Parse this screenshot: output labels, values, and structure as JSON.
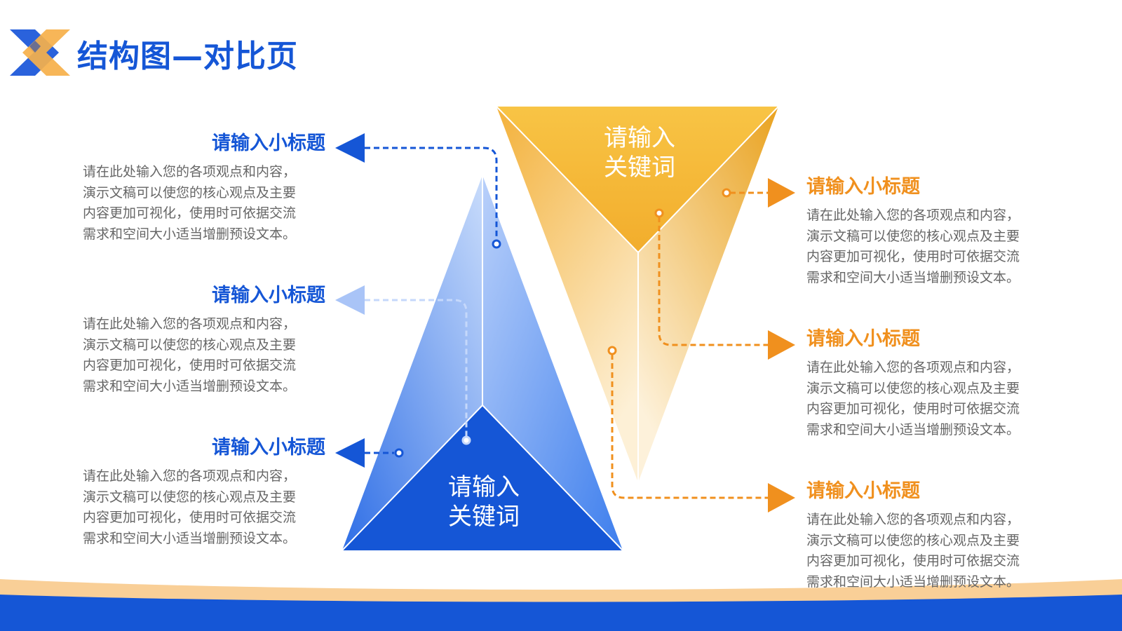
{
  "title": "结构图—对比页",
  "colors": {
    "blue": "#1556d6",
    "blue_light": "#a9c4f7",
    "orange": "#f0901e",
    "orange_light": "#f6c552",
    "text_gray": "#666666"
  },
  "pyramid": {
    "label_line1": "请输入",
    "label_line2": "关键词"
  },
  "funnel": {
    "label_line1": "请输入",
    "label_line2": "关键词"
  },
  "left_items": [
    {
      "subtitle": "请输入小标题",
      "body": [
        "请在此处输入您的各项观点和内容，",
        "演示文稿可以使您的核心观点及主要",
        "内容更加可视化，使用时可依据交流",
        "需求和空间大小适当增删预设文本。"
      ]
    },
    {
      "subtitle": "请输入小标题",
      "body": [
        "请在此处输入您的各项观点和内容，",
        "演示文稿可以使您的核心观点及主要",
        "内容更加可视化，使用时可依据交流",
        "需求和空间大小适当增删预设文本。"
      ]
    },
    {
      "subtitle": "请输入小标题",
      "body": [
        "请在此处输入您的各项观点和内容，",
        "演示文稿可以使您的核心观点及主要",
        "内容更加可视化，使用时可依据交流",
        "需求和空间大小适当增删预设文本。"
      ]
    }
  ],
  "right_items": [
    {
      "subtitle": "请输入小标题",
      "body": [
        "请在此处输入您的各项观点和内容，",
        "演示文稿可以使您的核心观点及主要",
        "内容更加可视化，使用时可依据交流",
        "需求和空间大小适当增删预设文本。"
      ]
    },
    {
      "subtitle": "请输入小标题",
      "body": [
        "请在此处输入您的各项观点和内容，",
        "演示文稿可以使您的核心观点及主要",
        "内容更加可视化，使用时可依据交流",
        "需求和空间大小适当增删预设文本。"
      ]
    },
    {
      "subtitle": "请输入小标题",
      "body": [
        "请在此处输入您的各项观点和内容，",
        "演示文稿可以使您的核心观点及主要",
        "内容更加可视化，使用时可依据交流",
        "需求和空间大小适当增删预设文本。"
      ]
    }
  ]
}
